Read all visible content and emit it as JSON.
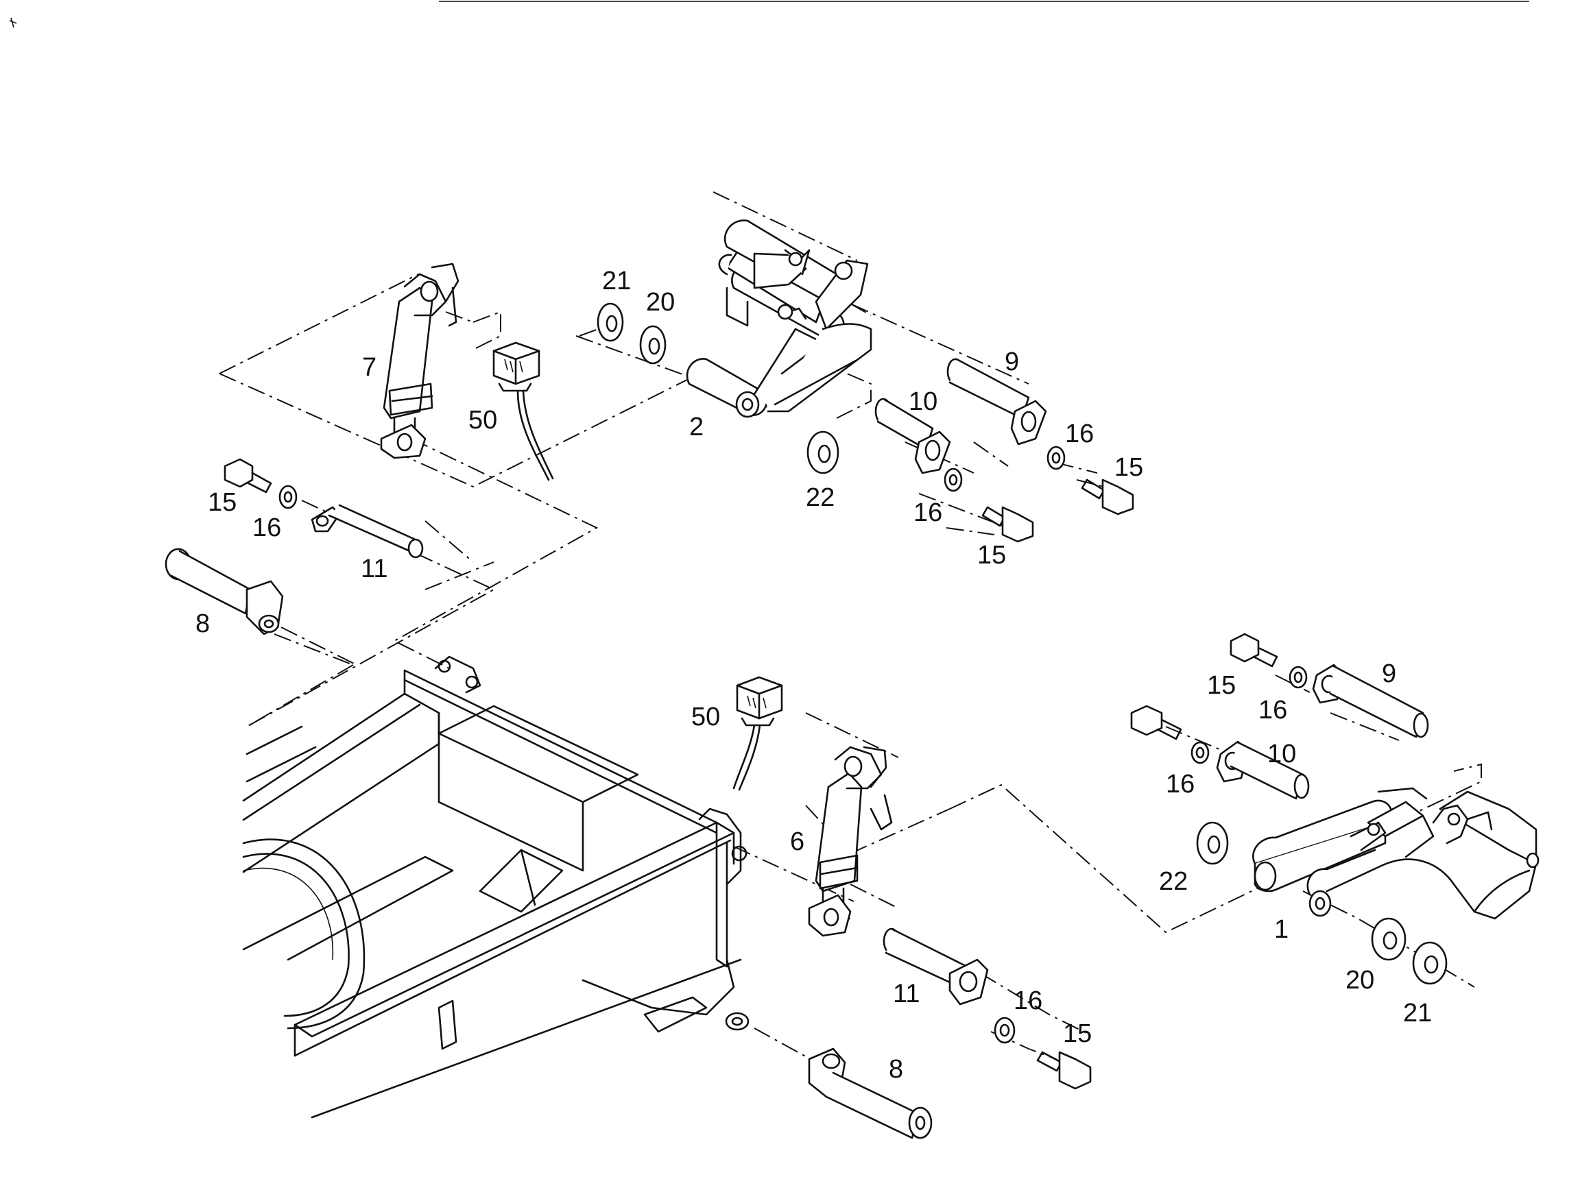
{
  "diagram": {
    "type": "exploded-parts-drawing",
    "colors": {
      "ink": "#111111",
      "paper": "#ffffff"
    },
    "callouts": {
      "p1": "1",
      "p2": "2",
      "p6": "6",
      "p7": "7",
      "p8_left": "8",
      "p8_bottom": "8",
      "p9_top": "9",
      "p9_right": "9",
      "p10_top": "10",
      "p10_right": "10",
      "p11_left": "11",
      "p11_bottom": "11",
      "p15_left": "15",
      "p15_top_a": "15",
      "p15_top_b": "15",
      "p15_right": "15",
      "p15_bottom": "15",
      "p16_left": "16",
      "p16_top_a": "16",
      "p16_top_b": "16",
      "p16_right_a": "16",
      "p16_right_b": "16",
      "p16_bottom": "16",
      "p20_top": "20",
      "p20_bottom": "20",
      "p21_top": "21",
      "p21_bottom": "21",
      "p22_top": "22",
      "p22_right": "22",
      "p50_top": "50",
      "p50_mid": "50"
    }
  }
}
